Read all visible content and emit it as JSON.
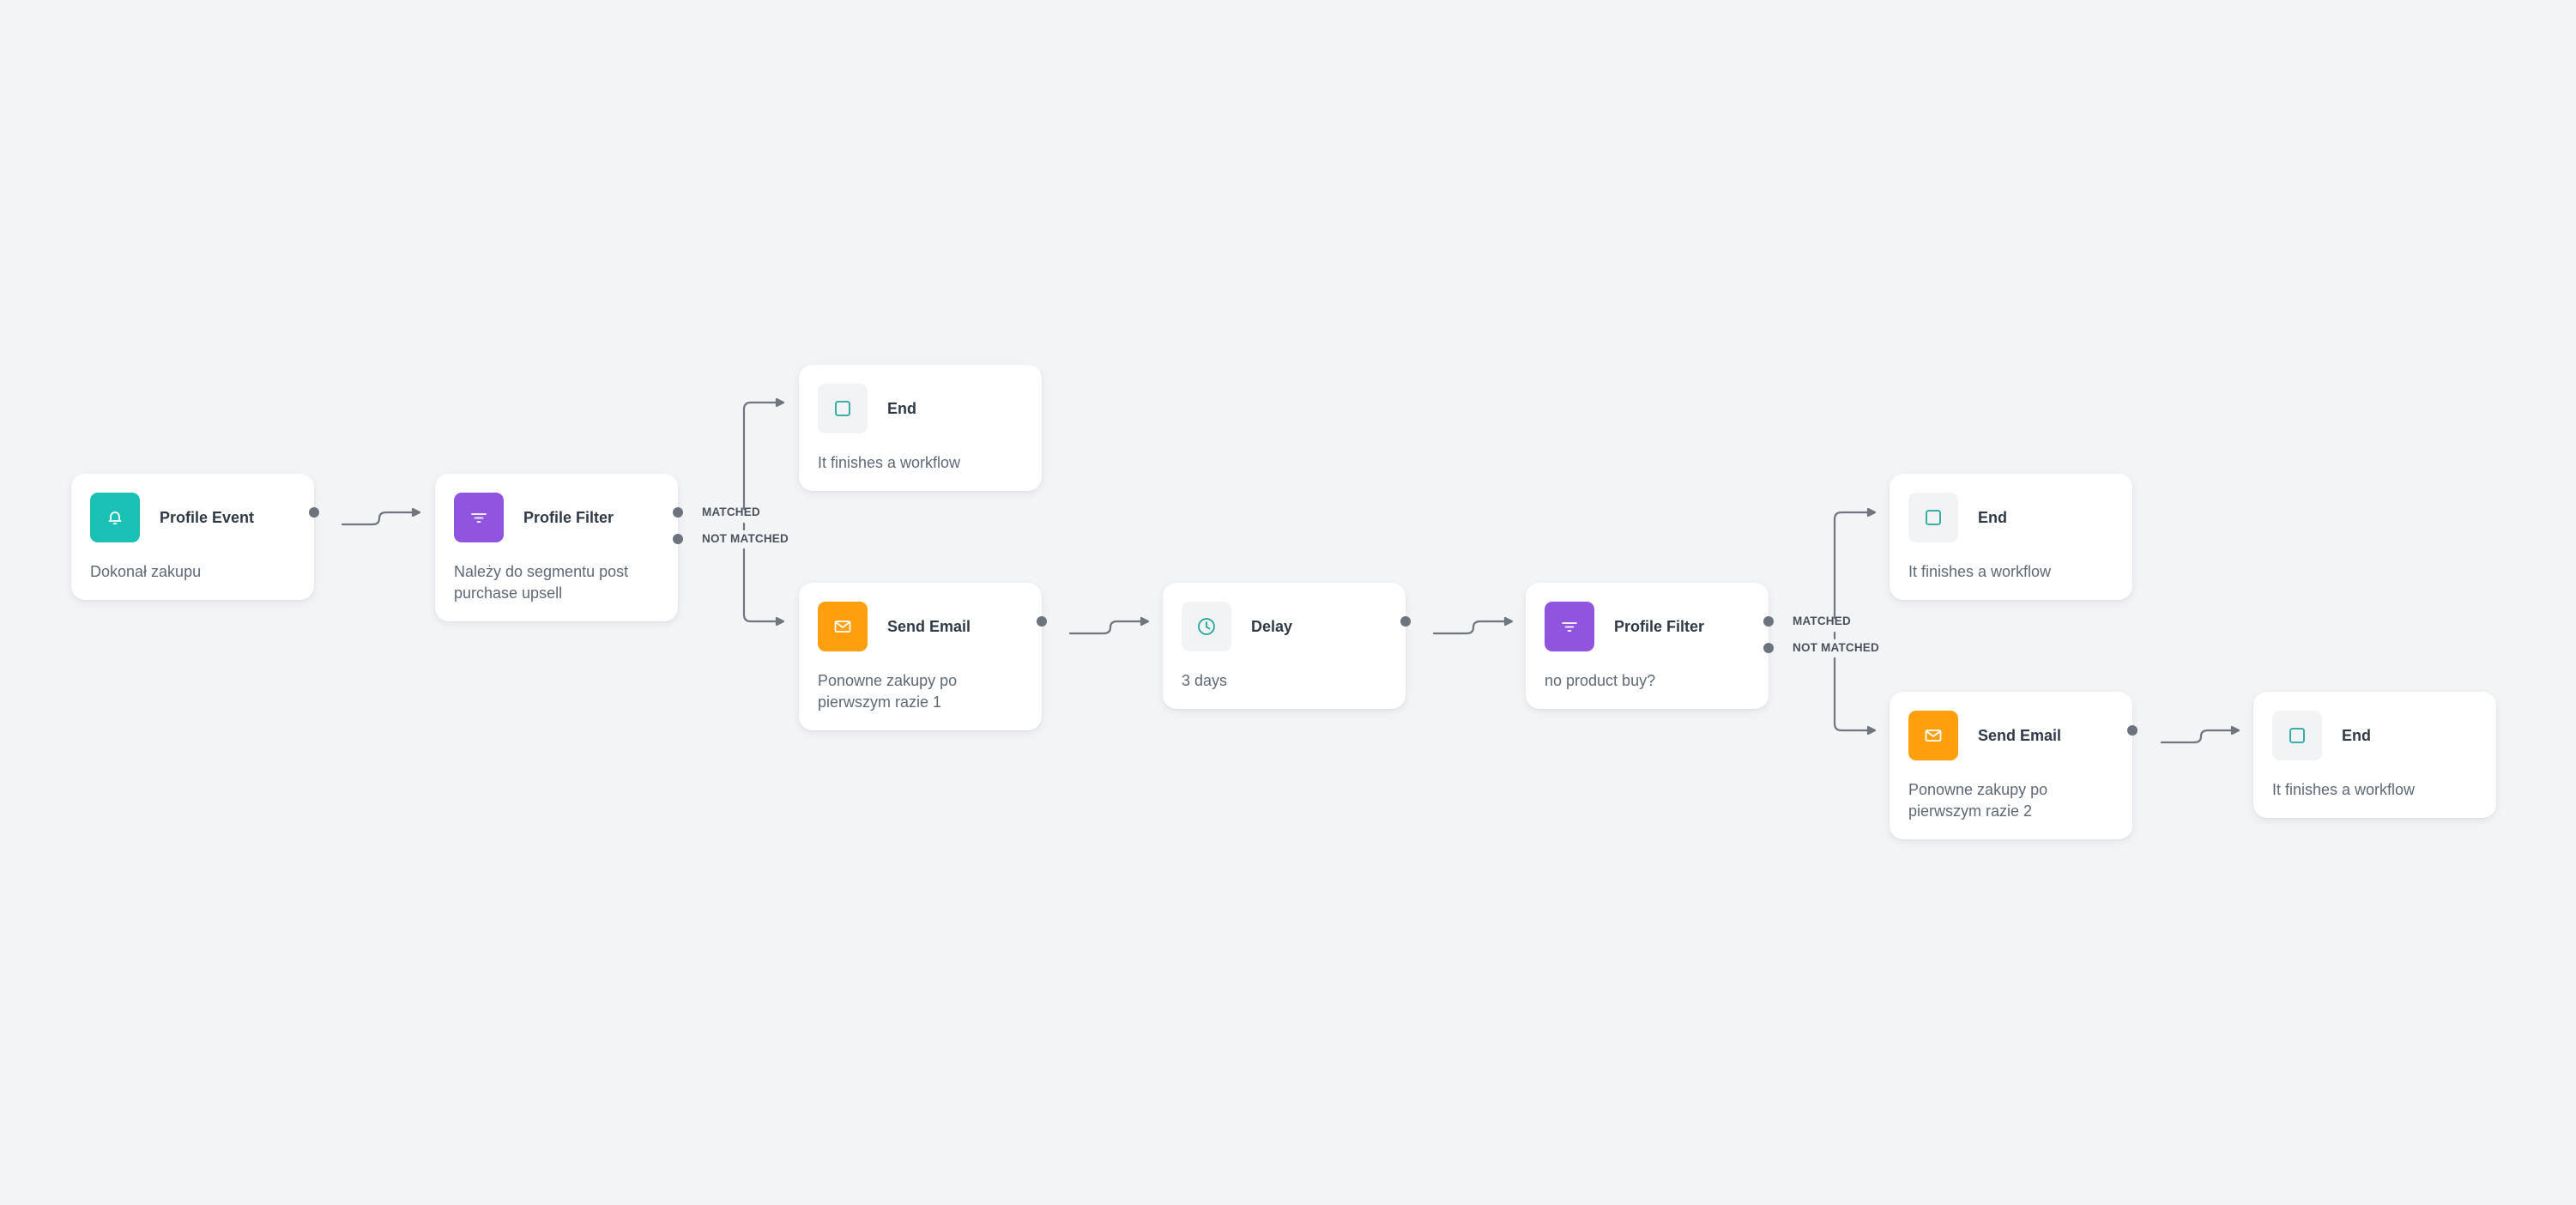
{
  "colors": {
    "background": "#f3f4f6",
    "edge": "#6f767f",
    "event": "#19c0b4",
    "filter": "#9054de",
    "email": "#ff9f0e",
    "neutral_icon_bg": "#f1f3f5",
    "end_icon_stroke": "#21a79b"
  },
  "nodes": {
    "profile_event": {
      "title": "Profile Event",
      "description": "Dokonał zakupu",
      "icon": "bell-icon"
    },
    "profile_filter_1": {
      "title": "Profile Filter",
      "description": "Należy do segmentu post purchase upsell",
      "icon": "filter-icon"
    },
    "end_1": {
      "title": "End",
      "description": "It finishes a workflow",
      "icon": "stop-square-icon"
    },
    "send_email_1": {
      "title": "Send Email",
      "description": "Ponowne zakupy po pierwszym razie 1",
      "icon": "envelope-icon"
    },
    "delay": {
      "title": "Delay",
      "description": "3 days",
      "icon": "clock-icon"
    },
    "profile_filter_2": {
      "title": "Profile Filter",
      "description": "no product buy?",
      "icon": "filter-icon"
    },
    "end_2": {
      "title": "End",
      "description": "It finishes a workflow",
      "icon": "stop-square-icon"
    },
    "send_email_2": {
      "title": "Send Email",
      "description": "Ponowne zakupy po pierwszym razie 2",
      "icon": "envelope-icon"
    },
    "end_3": {
      "title": "End",
      "description": "It finishes a workflow",
      "icon": "stop-square-icon"
    }
  },
  "branches": {
    "filter_1": {
      "matched": "MATCHED",
      "not_matched": "NOT MATCHED"
    },
    "filter_2": {
      "matched": "MATCHED",
      "not_matched": "NOT MATCHED"
    }
  }
}
